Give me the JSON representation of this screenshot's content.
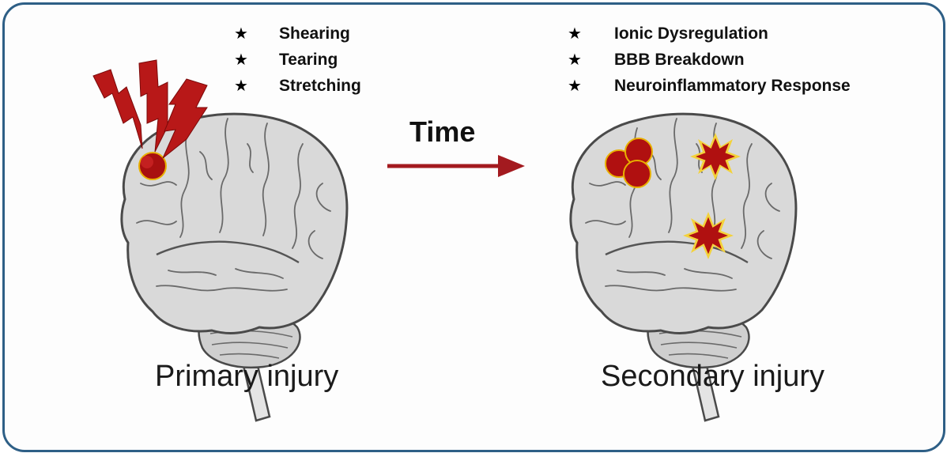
{
  "primary": {
    "bullets": [
      "Shearing",
      "Tearing",
      "Stretching"
    ],
    "caption": "Primary injury"
  },
  "secondary": {
    "bullets": [
      "Ionic Dysregulation",
      "BBB Breakdown",
      "Neuroinflammatory Response"
    ],
    "caption": "Secondary injury"
  },
  "arrow": {
    "label": "Time"
  },
  "colors": {
    "frame": "#2e5f86",
    "brain_fill": "#d9d9d9",
    "brain_stroke": "#4a4a4a",
    "lesion": "#b01010",
    "lesion_outline": "#f0c800",
    "arrow": "#a31a1f",
    "lightning": "#b81818"
  },
  "icons": {
    "bullet": "star-icon"
  }
}
